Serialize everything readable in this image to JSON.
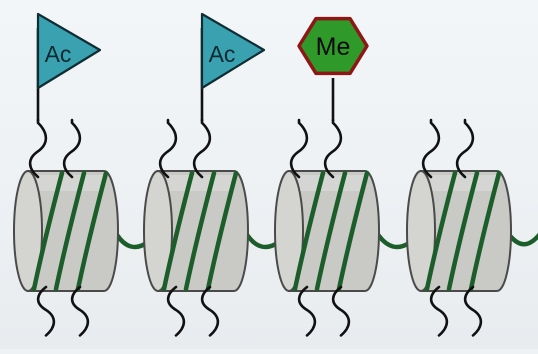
{
  "marks": {
    "acetyl_label": "Ac",
    "methyl_label": "Me"
  },
  "nucleosomes": [
    {
      "id": "nucleosome-1",
      "upper_tails": [
        {
          "mark": "acetyl"
        },
        {
          "mark": null
        }
      ],
      "lower_tails": 2
    },
    {
      "id": "nucleosome-2",
      "upper_tails": [
        {
          "mark": null
        },
        {
          "mark": "acetyl"
        }
      ],
      "lower_tails": 2
    },
    {
      "id": "nucleosome-3",
      "upper_tails": [
        {
          "mark": null
        },
        {
          "mark": "methyl"
        }
      ],
      "lower_tails": 2
    },
    {
      "id": "nucleosome-4",
      "upper_tails": [
        {
          "mark": null
        },
        {
          "mark": null
        }
      ],
      "lower_tails": 2
    }
  ],
  "colors": {
    "acetyl_flag": "#3aa1b0",
    "methyl_fill": "#2f9a2a",
    "methyl_border": "#8e1616",
    "dna": "#1c5e2a",
    "histone": "#c9c9c6",
    "tail": "#111111"
  }
}
